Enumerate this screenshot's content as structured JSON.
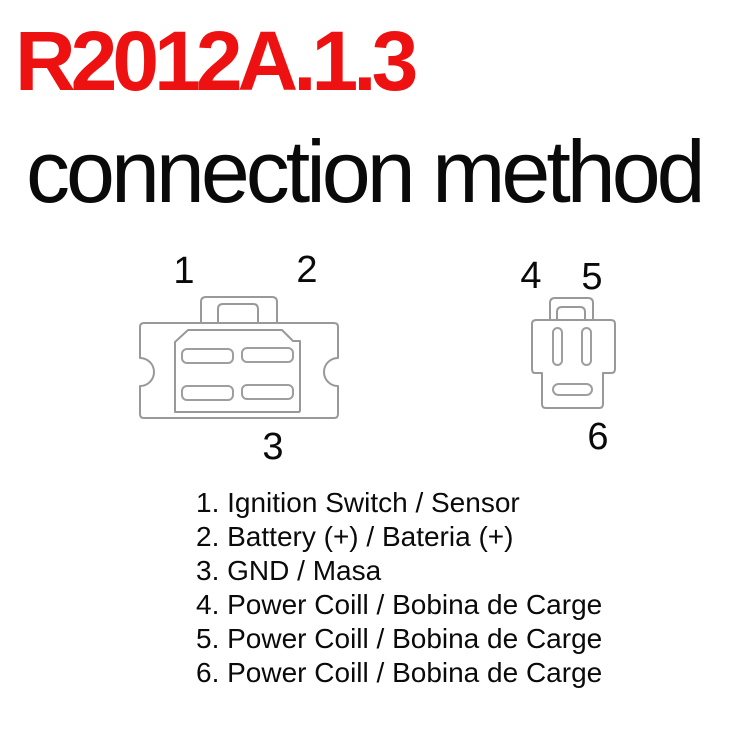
{
  "title": "R2012A.1.3",
  "subtitle": "connection method",
  "colors": {
    "title_red": "#ee1111",
    "text_black": "#0a0a0a",
    "connector_line_gray": "#999999",
    "background": "#ffffff"
  },
  "pins": [
    {
      "label": "1"
    },
    {
      "label": "2"
    },
    {
      "label": "3"
    },
    {
      "label": "4"
    },
    {
      "label": "5"
    },
    {
      "label": "6"
    }
  ],
  "legend": {
    "items": [
      {
        "text": "1. Ignition Switch / Sensor"
      },
      {
        "text": "2. Battery (+) / Bateria (+)"
      },
      {
        "text": "3. GND / Masa"
      },
      {
        "text": "4. Power Coill / Bobina de Carge"
      },
      {
        "text": "5. Power Coill / Bobina de Carge"
      },
      {
        "text": "6. Power Coill / Bobina de Carge"
      }
    ]
  }
}
